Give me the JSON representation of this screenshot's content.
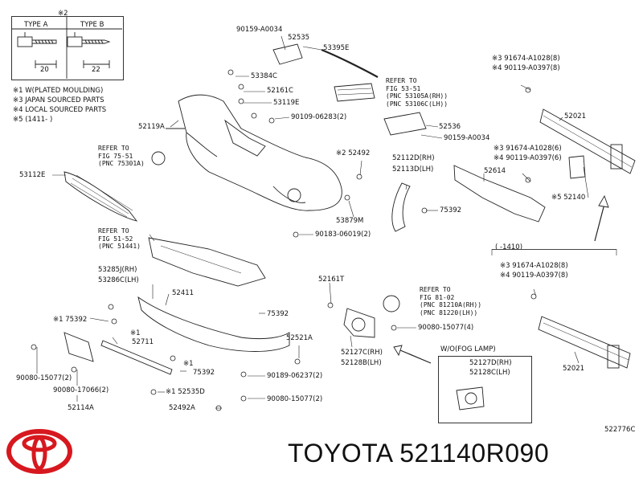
{
  "legend": {
    "note_symbol": "※2",
    "type_a": "TYPE A",
    "type_b": "TYPE B",
    "dim_a": "20",
    "dim_b": "22",
    "notes": [
      "※1 W(PLATED MOULDING)",
      "※3 JAPAN SOURCED PARTS",
      "※4 LOCAL SOURCED PARTS",
      "※5 (1411-    )"
    ]
  },
  "labels": {
    "p90159_a0034_top": "90159-A0034",
    "p52535": "52535",
    "p53395e": "53395E",
    "p53384c": "53384C",
    "p52161c": "52161C",
    "p53119e": "53119E",
    "p52119a": "52119A",
    "p90109_06283": "90109-06283(2)",
    "p52536": "52536",
    "p90159_a0034_mid": "90159-A0034",
    "p52492_top": "※2 52492",
    "p53112e": "53112E",
    "p52112d": "52112D(RH)",
    "p52113d": "52113D(LH)",
    "p75392_mid": "75392",
    "p53879m": "53879M",
    "p90183_06019": "90183-06019(2)",
    "p52614": "52614",
    "p52140": "※5 52140",
    "p52021_top": "52021",
    "r1_91674": "※3 91674-A1028(8)",
    "r1_90119": "※4 90119-A0397(8)",
    "r2_91674": "※3 91674-A1028(6)",
    "r2_90119": "※4 90119-A0397(6)",
    "bracket_range": "(    -1410)",
    "r3_91674": "※3 91674-A1028(8)",
    "r3_90119": "※4 90119-A0397(8)",
    "p52021_bot": "52021",
    "p53285j": "53285J(RH)",
    "p53286c": "53286C(LH)",
    "p52411": "52411",
    "p75392_left": "※1 75392",
    "p75392_right": "75392",
    "p52711": "52711",
    "p52161t": "52161T",
    "p90080_15077_left": "90080-15077(2)",
    "p90080_17066": "90080-17066(2)",
    "p52114a": "52114A",
    "p75392_low": "75392",
    "p52535d": "※1 52535D",
    "p52492_low": "52492A",
    "p52521a": "52521A",
    "p90189_06237": "90189-06237(2)",
    "p90080_15077_low": "90080-15077(2)",
    "p90080_15077_4": "90080-15077(4)",
    "p52127c": "52127C(RH)",
    "p52128b": "52128B(LH)",
    "fog_title": "W/O(FOG LAMP)",
    "p52127d": "52127D(RH)",
    "p52128c": "52128C(LH)",
    "code": "522776C",
    "star1a": "※1",
    "star1b": "※1",
    "star1c": "※1"
  },
  "refs": {
    "r53_51": "REFER TO\nFIG 53-51\n(PNC 53105A(RH))\n(PNC 53106C(LH))",
    "r75_51": "REFER TO\nFIG 75-51\n(PNC 75301A)",
    "r51_52": "REFER TO\nFIG 51-52\n(PNC 51441)",
    "r81_02": "REFER TO\nFIG 81-02\n(PNC 81210A(RH))\n(PNC 81220(LH))"
  },
  "brand": {
    "text": "TOYOTA 521140R090",
    "logo": "toyota-logo"
  },
  "colors": {
    "logo_red": "#d7181f",
    "line": "#222222"
  }
}
